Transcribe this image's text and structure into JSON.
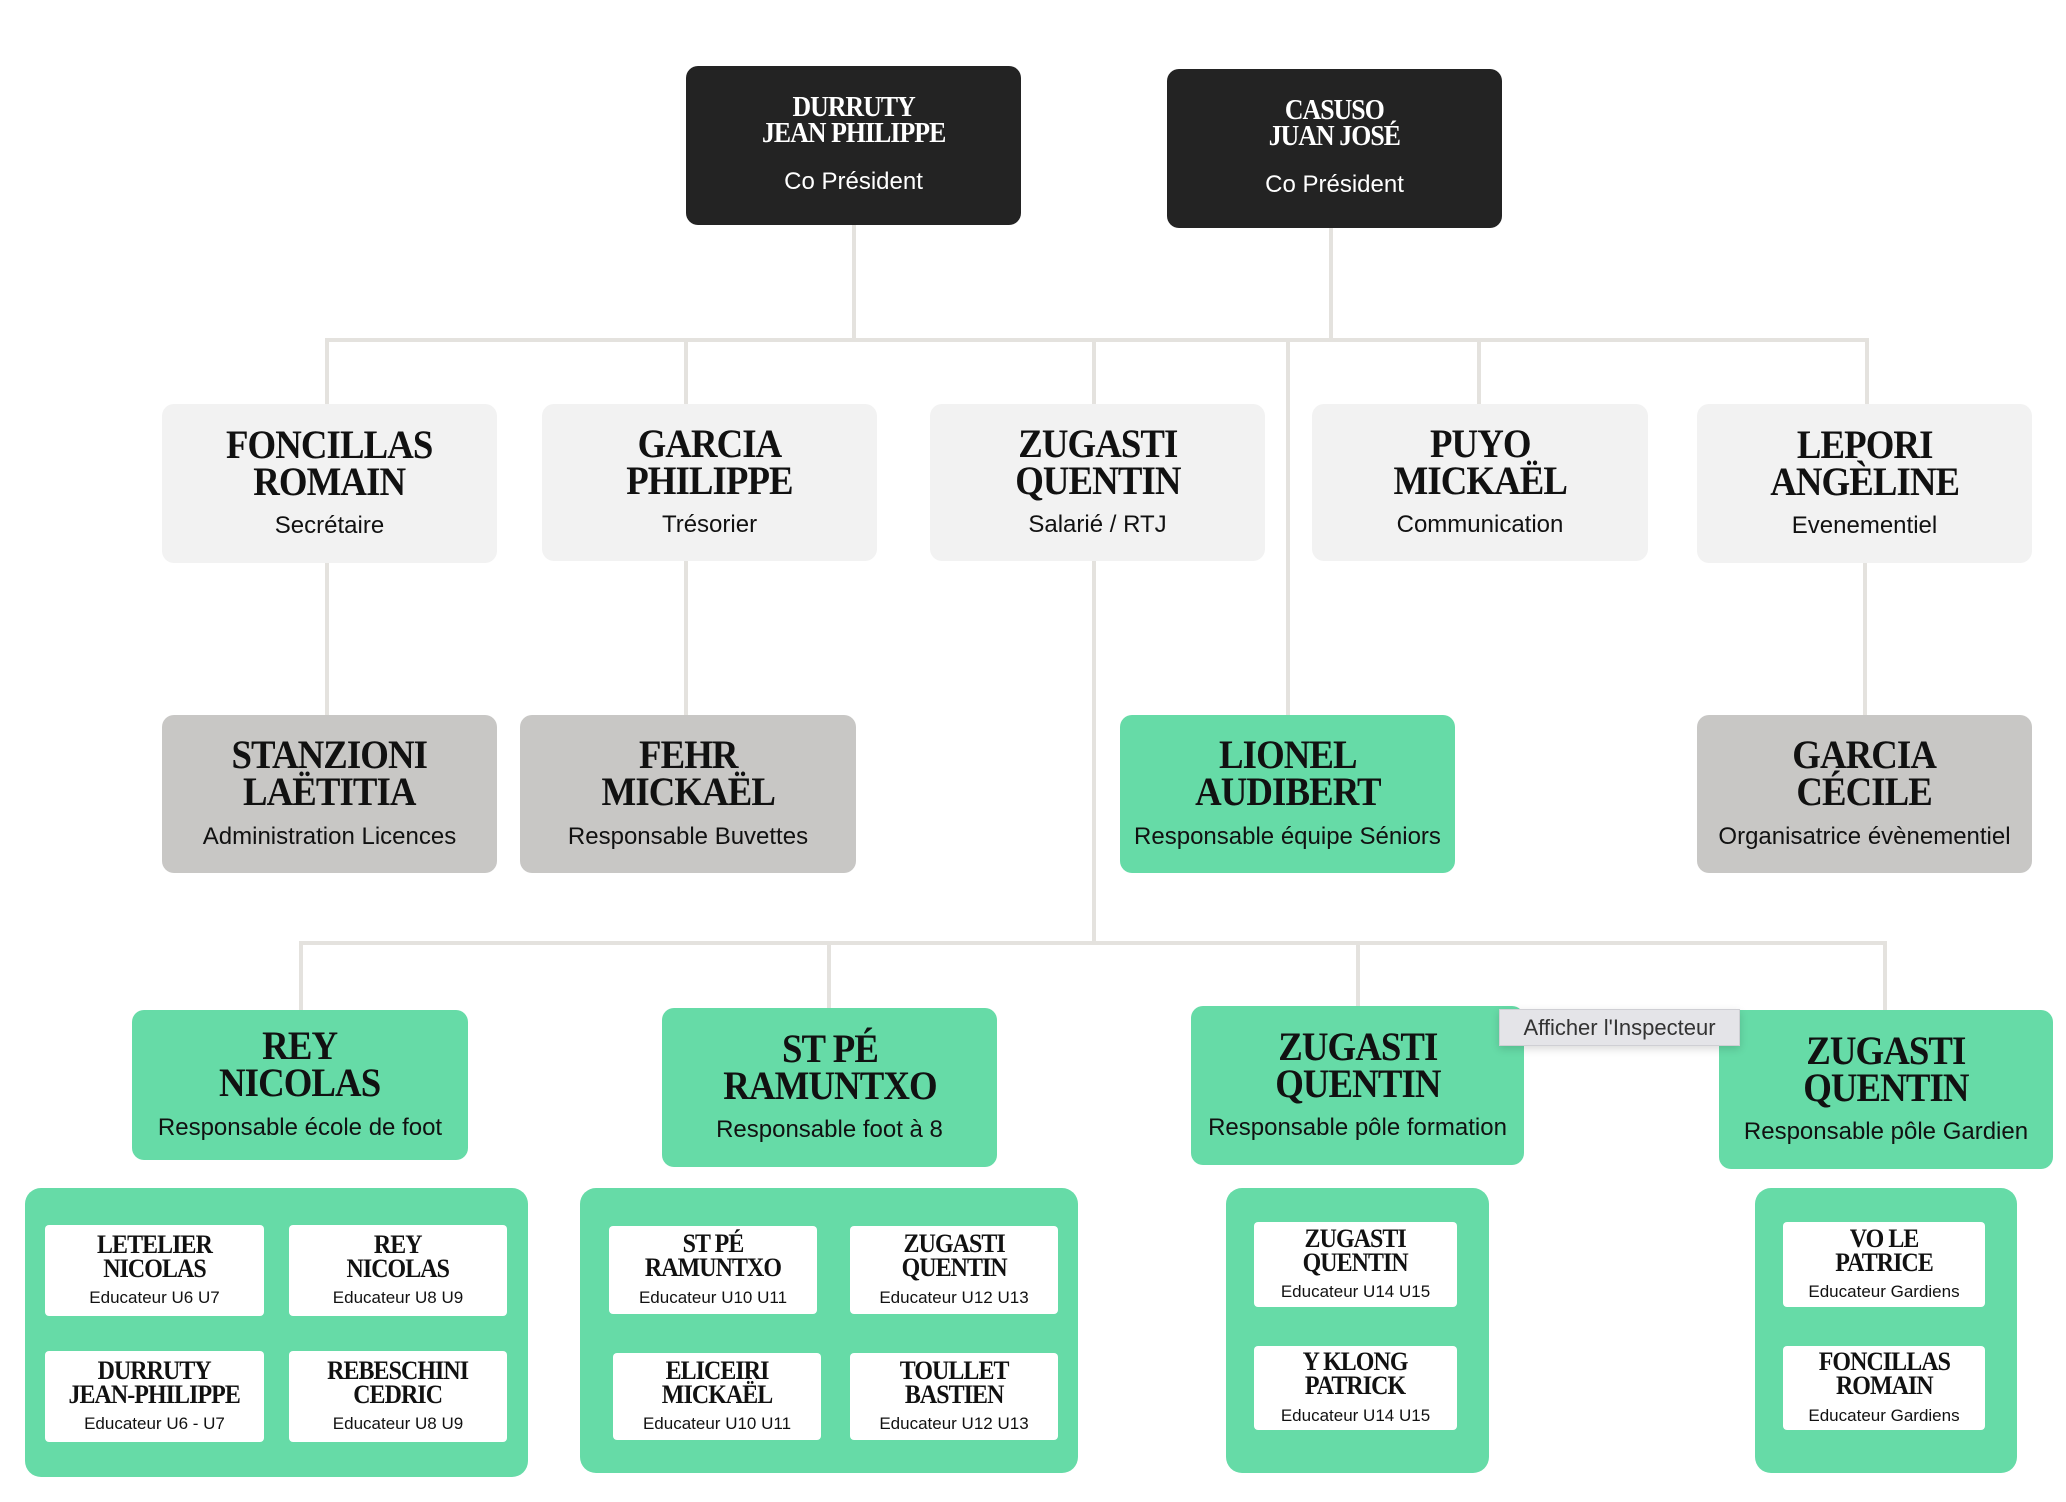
{
  "colors": {
    "dark": "#232323",
    "light": "#f2f2f2",
    "grey": "#c8c7c5",
    "green": "#66dba7",
    "connector": "#e4e2de"
  },
  "nodes": {
    "durruty_top": {
      "line1": "DURRUTY",
      "line2": "JEAN PHILIPPE",
      "role": "Co Président"
    },
    "casuso_top": {
      "line1": "CASUSO",
      "line2": "JUAN JOSÉ",
      "role": "Co Président"
    },
    "foncillas": {
      "line1": "FONCILLAS",
      "line2": "ROMAIN",
      "role": "Secrétaire"
    },
    "garcia_philippe": {
      "line1": "GARCIA",
      "line2": "PHILIPPE",
      "role": "Trésorier"
    },
    "zugasti_salarie": {
      "line1": "ZUGASTI",
      "line2": "QUENTIN",
      "role": "Salarié / RTJ"
    },
    "puyo": {
      "line1": "PUYO",
      "line2": "MICKAËL",
      "role": "Communication"
    },
    "lepori": {
      "line1": "LEPORI",
      "line2": "ANGÈLINE",
      "role": "Evenementiel"
    },
    "stanzioni": {
      "line1": "STANZIONI",
      "line2": "LAËTITIA",
      "role": "Administration Licences"
    },
    "fehr": {
      "line1": "FEHR",
      "line2": "MICKAËL",
      "role": "Responsable Buvettes"
    },
    "lionel": {
      "line1": "LIONEL",
      "line2": "AUDIBERT",
      "role": "Responsable équipe Séniors"
    },
    "garcia_cecile": {
      "line1": "GARCIA",
      "line2": "CÉCILE",
      "role": "Organisatrice évènementiel"
    },
    "rey_head": {
      "line1": "REY",
      "line2": "NICOLAS",
      "role": "Responsable école de foot"
    },
    "stpe_head": {
      "line1": "ST PÉ",
      "line2": "RAMUNTXO",
      "role": "Responsable foot à 8"
    },
    "zugasti_formation": {
      "line1": "ZUGASTI",
      "line2": "QUENTIN",
      "role": "Responsable  pôle formation"
    },
    "zugasti_gardien": {
      "line1": "ZUGASTI",
      "line2": "QUENTIN",
      "role": "Responsable  pôle Gardien"
    },
    "letelier": {
      "line1": "LETELIER",
      "line2": "NICOLAS",
      "role": "Educateur U6 U7"
    },
    "rey_card": {
      "line1": "REY",
      "line2": "NICOLAS",
      "role": "Educateur U8 U9"
    },
    "durruty_card": {
      "line1": "DURRUTY",
      "line2": "JEAN-PHILIPPE",
      "role": "Educateur U6 - U7"
    },
    "rebeschini": {
      "line1": "REBESCHINI",
      "line2": "CEDRIC",
      "role": "Educateur U8 U9"
    },
    "stpe_card": {
      "line1": "ST PÉ",
      "line2": "RAMUNTXO",
      "role": "Educateur U10 U11"
    },
    "zugasti_card1": {
      "line1": "ZUGASTI",
      "line2": "QUENTIN",
      "role": "Educateur U12 U13"
    },
    "eliceiri": {
      "line1": "ELICEIRI",
      "line2": "MICKAËL",
      "role": "Educateur U10 U11"
    },
    "toullet": {
      "line1": "TOULLET",
      "line2": "BASTIEN",
      "role": "Educateur U12 U13"
    },
    "zugasti_card2": {
      "line1": "ZUGASTI",
      "line2": "QUENTIN",
      "role": "Educateur U14 U15"
    },
    "yklong": {
      "line1": "Y KLONG",
      "line2": "PATRICK",
      "role": "Educateur U14 U15"
    },
    "vole": {
      "line1": "VO LE",
      "line2": "PATRICE",
      "role": "Educateur Gardiens"
    },
    "foncillas_card": {
      "line1": "FONCILLAS",
      "line2": "ROMAIN",
      "role": "Educateur Gardiens"
    }
  },
  "tooltip": {
    "label": "Afficher l'Inspecteur"
  }
}
